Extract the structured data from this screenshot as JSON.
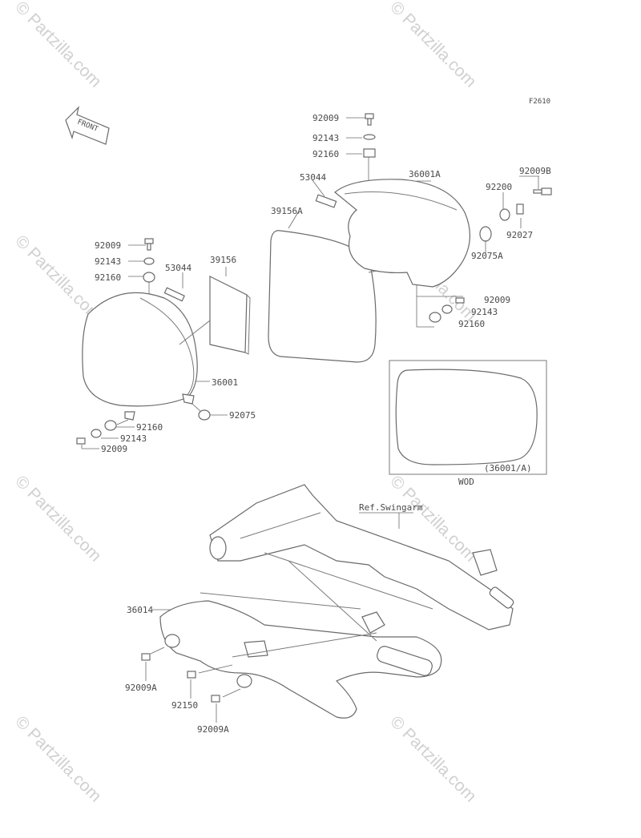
{
  "figure_code": "F2610",
  "front_arrow": "FRONT",
  "watermark": "© Partzilla.com",
  "inset_caption": "(36001/A)",
  "inset_note": "WOD",
  "ref_label": "Ref.Swingarm",
  "labels": {
    "p92009_top": "92009",
    "p92143_top": "92143",
    "p92160_top": "92160",
    "p53044_right": "53044",
    "p36001A": "36001A",
    "p92009B": "92009B",
    "p92200": "92200",
    "p39156A": "39156A",
    "p92027": "92027",
    "p92075A": "92075A",
    "p92009_r": "92009",
    "p92143_r": "92143",
    "p92160_r": "92160",
    "p92009_left": "92009",
    "p92143_left": "92143",
    "p92160_left": "92160",
    "p53044_left": "53044",
    "p39156": "39156",
    "p36001": "36001",
    "p92075": "92075",
    "p92160_bl": "92160",
    "p92143_bl": "92143",
    "p92009_bl": "92009",
    "p36014": "36014",
    "p92009A_1": "92009A",
    "p92150": "92150",
    "p92009A_2": "92009A"
  }
}
